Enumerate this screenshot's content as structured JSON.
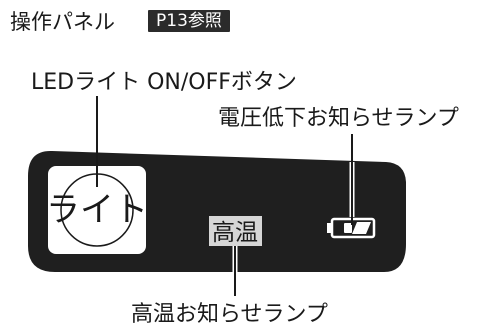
{
  "header": {
    "title": "操作パネル",
    "reference": "P13参照"
  },
  "callouts": {
    "led_button": "LEDライト ON/OFFボタン",
    "low_battery_lamp": "電圧低下お知らせランプ",
    "high_temp_lamp": "高温お知らせランプ"
  },
  "panel": {
    "light_button_text": "ライト",
    "high_temp_text": "高温"
  },
  "colors": {
    "panel": "#1f1f1f",
    "badge": "#2b2b2b",
    "button_face": "#ffffff",
    "lamp_face": "#d6d6d6"
  },
  "icons": {
    "battery": "battery-icon"
  }
}
